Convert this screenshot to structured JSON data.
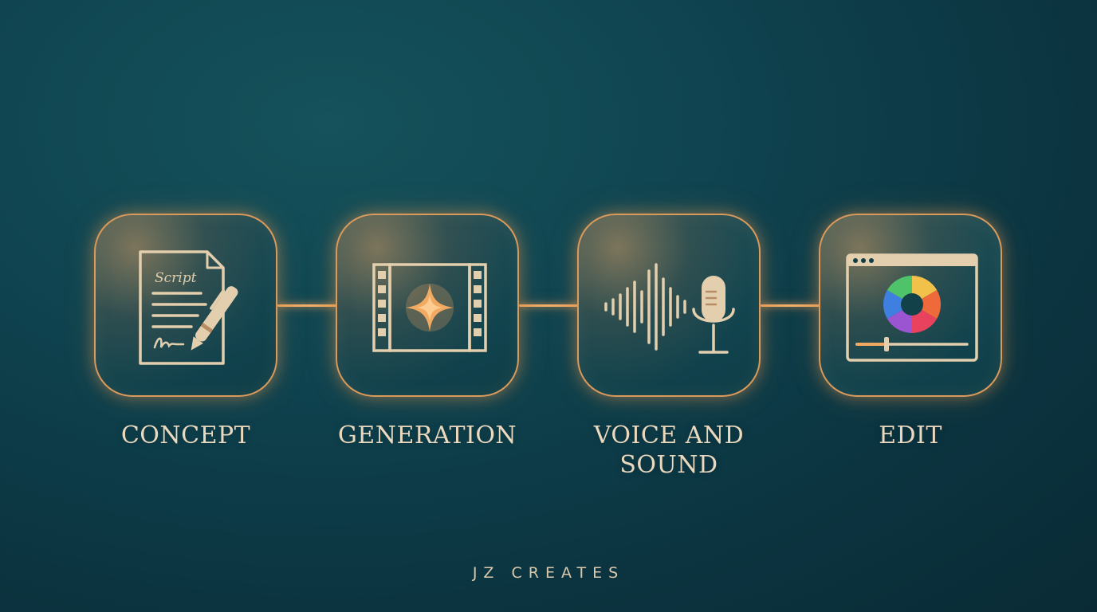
{
  "steps": [
    {
      "label_lines": [
        "CONCEPT"
      ],
      "icon": "script-document-with-pen-icon",
      "icon_text": "Script"
    },
    {
      "label_lines": [
        "GENERATION"
      ],
      "icon": "film-strip-sparkle-icon"
    },
    {
      "label_lines": [
        "VOICE AND",
        "SOUND"
      ],
      "icon": "sound-wave-microphone-icon"
    },
    {
      "label_lines": [
        "EDIT"
      ],
      "icon": "video-editor-color-wheel-icon"
    }
  ],
  "brand": "JZ CREATES",
  "colors": {
    "background": "#0f4450",
    "accent_gold": "#e6a25d",
    "icon_cream": "#e3cfae",
    "text_cream": "#ead9bf"
  }
}
